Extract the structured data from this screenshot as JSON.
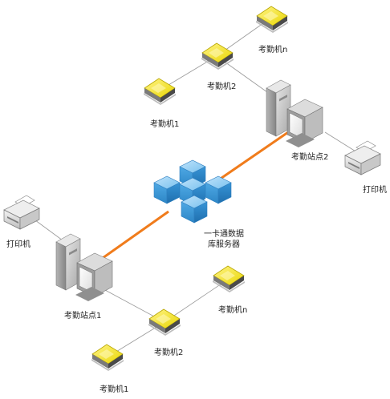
{
  "nodes": {
    "server": {
      "line1": "一卡通数据",
      "line2": "库服务器"
    },
    "station_top": "考勤站点2",
    "station_bottom": "考勤站点1",
    "printer_top": "打印机",
    "printer_bottom": "打印机",
    "top_group": {
      "machine_n": "考勤机n",
      "machine_2": "考勤机2",
      "machine_1": "考勤机1"
    },
    "bottom_group": {
      "machine_n": "考勤机n",
      "machine_2": "考勤机2",
      "machine_1": "考勤机1"
    }
  },
  "colors": {
    "backbone_link": "#f07c1c",
    "client_link": "#9a9a9a",
    "server_cube": "#4aa3df",
    "machine_body": "#f2e000",
    "computer_body": "#c9c9c9"
  },
  "icons": {
    "server": "server-cubes-icon",
    "station": "computer-workstation-icon",
    "printer": "printer-icon",
    "machine": "attendance-machine-icon"
  }
}
